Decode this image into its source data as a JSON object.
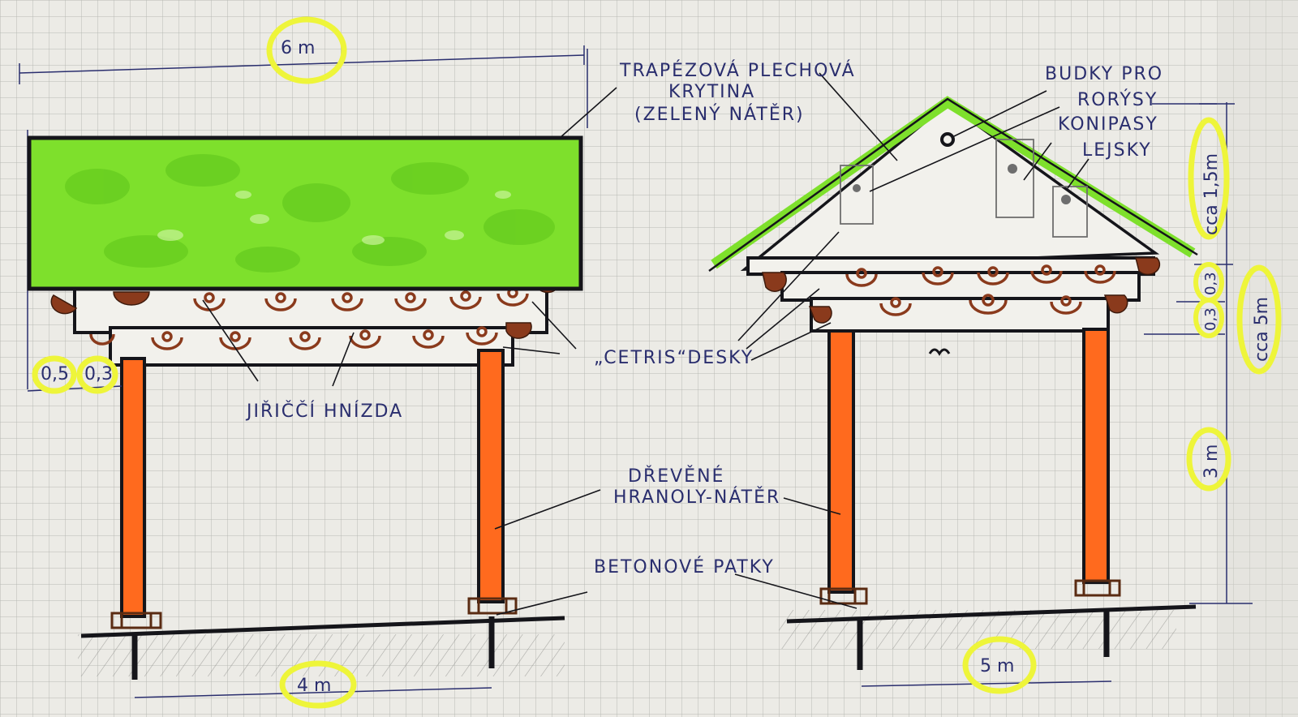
{
  "labels": {
    "roof_covering": [
      "TRAPÉZOVÁ PLECHOVÁ",
      "KRYTINA",
      "(ZELENÝ NÁTĚR)"
    ],
    "swift_boxes": [
      "BUDKY PRO",
      "RORÝSY"
    ],
    "redstart": "KONIPASY",
    "flycatcher": "LEJSKY",
    "cetris_boards": "„CETRIS“DESKY",
    "martin_nests": "JIŘIČČÍ HNÍZDA",
    "wooden_posts": [
      "DŘEVĚNÉ",
      "HRANOLY-NÁTĚR"
    ],
    "concrete_footings": "BETONOVÉ PATKY"
  },
  "dimensions": {
    "front_width": "6 m",
    "post_spacing_front": "4 m",
    "overhang_1": "0,5",
    "overhang_2": "0,3",
    "post_spacing_side": "5 m",
    "gable_height": "cca 1,5m",
    "fascia_1": "0,3",
    "fascia_2": "0,3",
    "total_height": "cca 5m",
    "post_height": "3 m"
  },
  "colors": {
    "roof_green": "#7ee02c",
    "post_orange": "#ff6a1e",
    "nest_brown": "#8a3a1c",
    "ink": "#15151a",
    "pencil_blue": "#2a2e6e",
    "highlighter": "#eef53a"
  }
}
